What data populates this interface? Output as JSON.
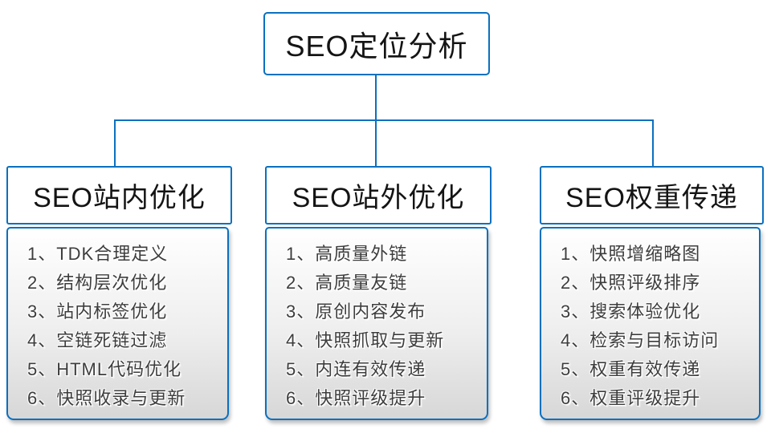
{
  "diagram": {
    "root": {
      "label": "SEO定位分析"
    },
    "columns": [
      {
        "title": "SEO站内优化",
        "items": [
          "1、TDK合理定义",
          "2、结构层次优化",
          "3、站内标签优化",
          "4、空链死链过滤",
          "5、HTML代码优化",
          "6、快照收录与更新"
        ]
      },
      {
        "title": "SEO站外优化",
        "items": [
          "1、高质量外链",
          "2、高质量友链",
          "3、原创内容发布",
          "4、快照抓取与更新",
          "5、内连有效传递",
          "6、快照评级提升"
        ]
      },
      {
        "title": "SEO权重传递",
        "items": [
          "1、快照增缩略图",
          "2、快照评级排序",
          "3、搜索体验优化",
          "4、检索与目标访问",
          "5、权重有效传递",
          "6、权重评级提升"
        ]
      }
    ],
    "colors": {
      "connector_blue": "#0b70bf",
      "header_text": "#141414",
      "item_text": "#3d3d3d",
      "panel_gradient_top": "#ffffff",
      "panel_gradient_bottom": "#d7d7d7"
    }
  }
}
